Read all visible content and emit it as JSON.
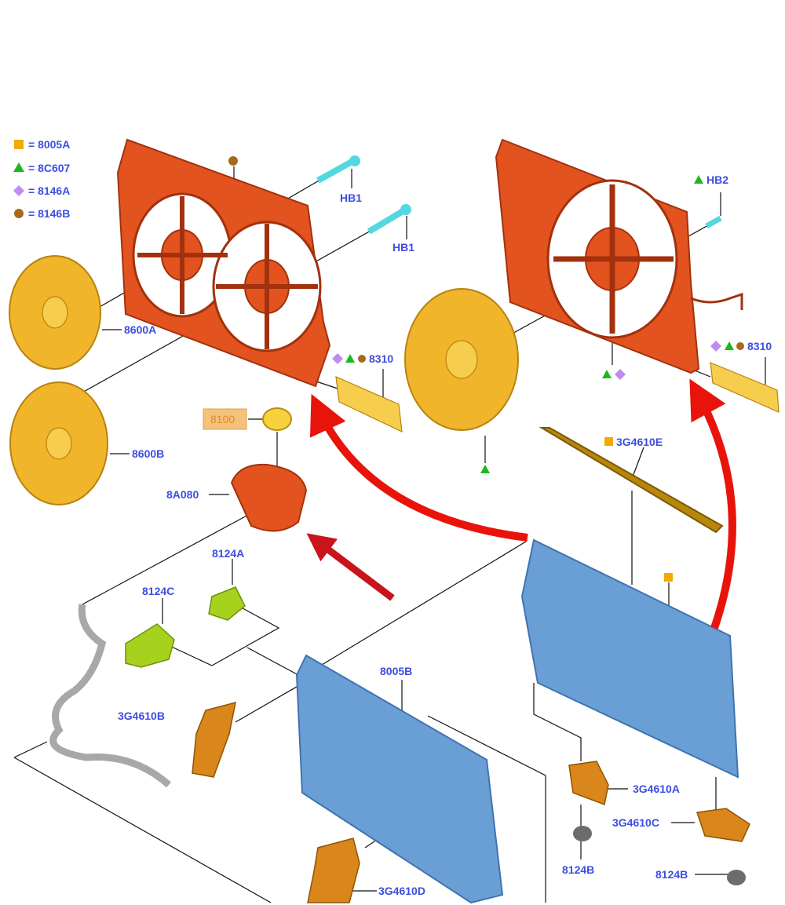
{
  "legend": [
    {
      "shape": "square",
      "color": "#f2a900",
      "text": "= 8005A"
    },
    {
      "shape": "triangle",
      "color": "#1bb81b",
      "text": "= 8C607"
    },
    {
      "shape": "diamond",
      "color": "#c08cf0",
      "text": "= 8146A"
    },
    {
      "shape": "circle",
      "color": "#a86a1a",
      "text": "= 8146B"
    }
  ],
  "labels": {
    "hb1_a": "HB1",
    "hb1_b": "HB1",
    "hb2": "HB2",
    "fan_8600a": "8600A",
    "fan_8600b": "8600B",
    "shroud_8310_left": "8310",
    "shroud_8310_right": "8310",
    "cap_8100": "8100",
    "reservoir_8a080": "8A080",
    "p8124a": "8124A",
    "p8124c": "8124C",
    "p3g4610e": "3G4610E",
    "p3g4610b": "3G4610B",
    "p8005b": "8005B",
    "p3g4610a": "3G4610A",
    "p3g4610c": "3G4610C",
    "p8124b_left": "8124B",
    "p8124b_right": "8124B",
    "p3g4610d": "3G4610D"
  },
  "colors": {
    "label_text": "#3d4ee0",
    "frame": "#e2531f",
    "radiator": "#6a9fd6",
    "fan": "#f0b52a",
    "arrow": "#e8140c",
    "highlight_box": "#f5c27a"
  }
}
